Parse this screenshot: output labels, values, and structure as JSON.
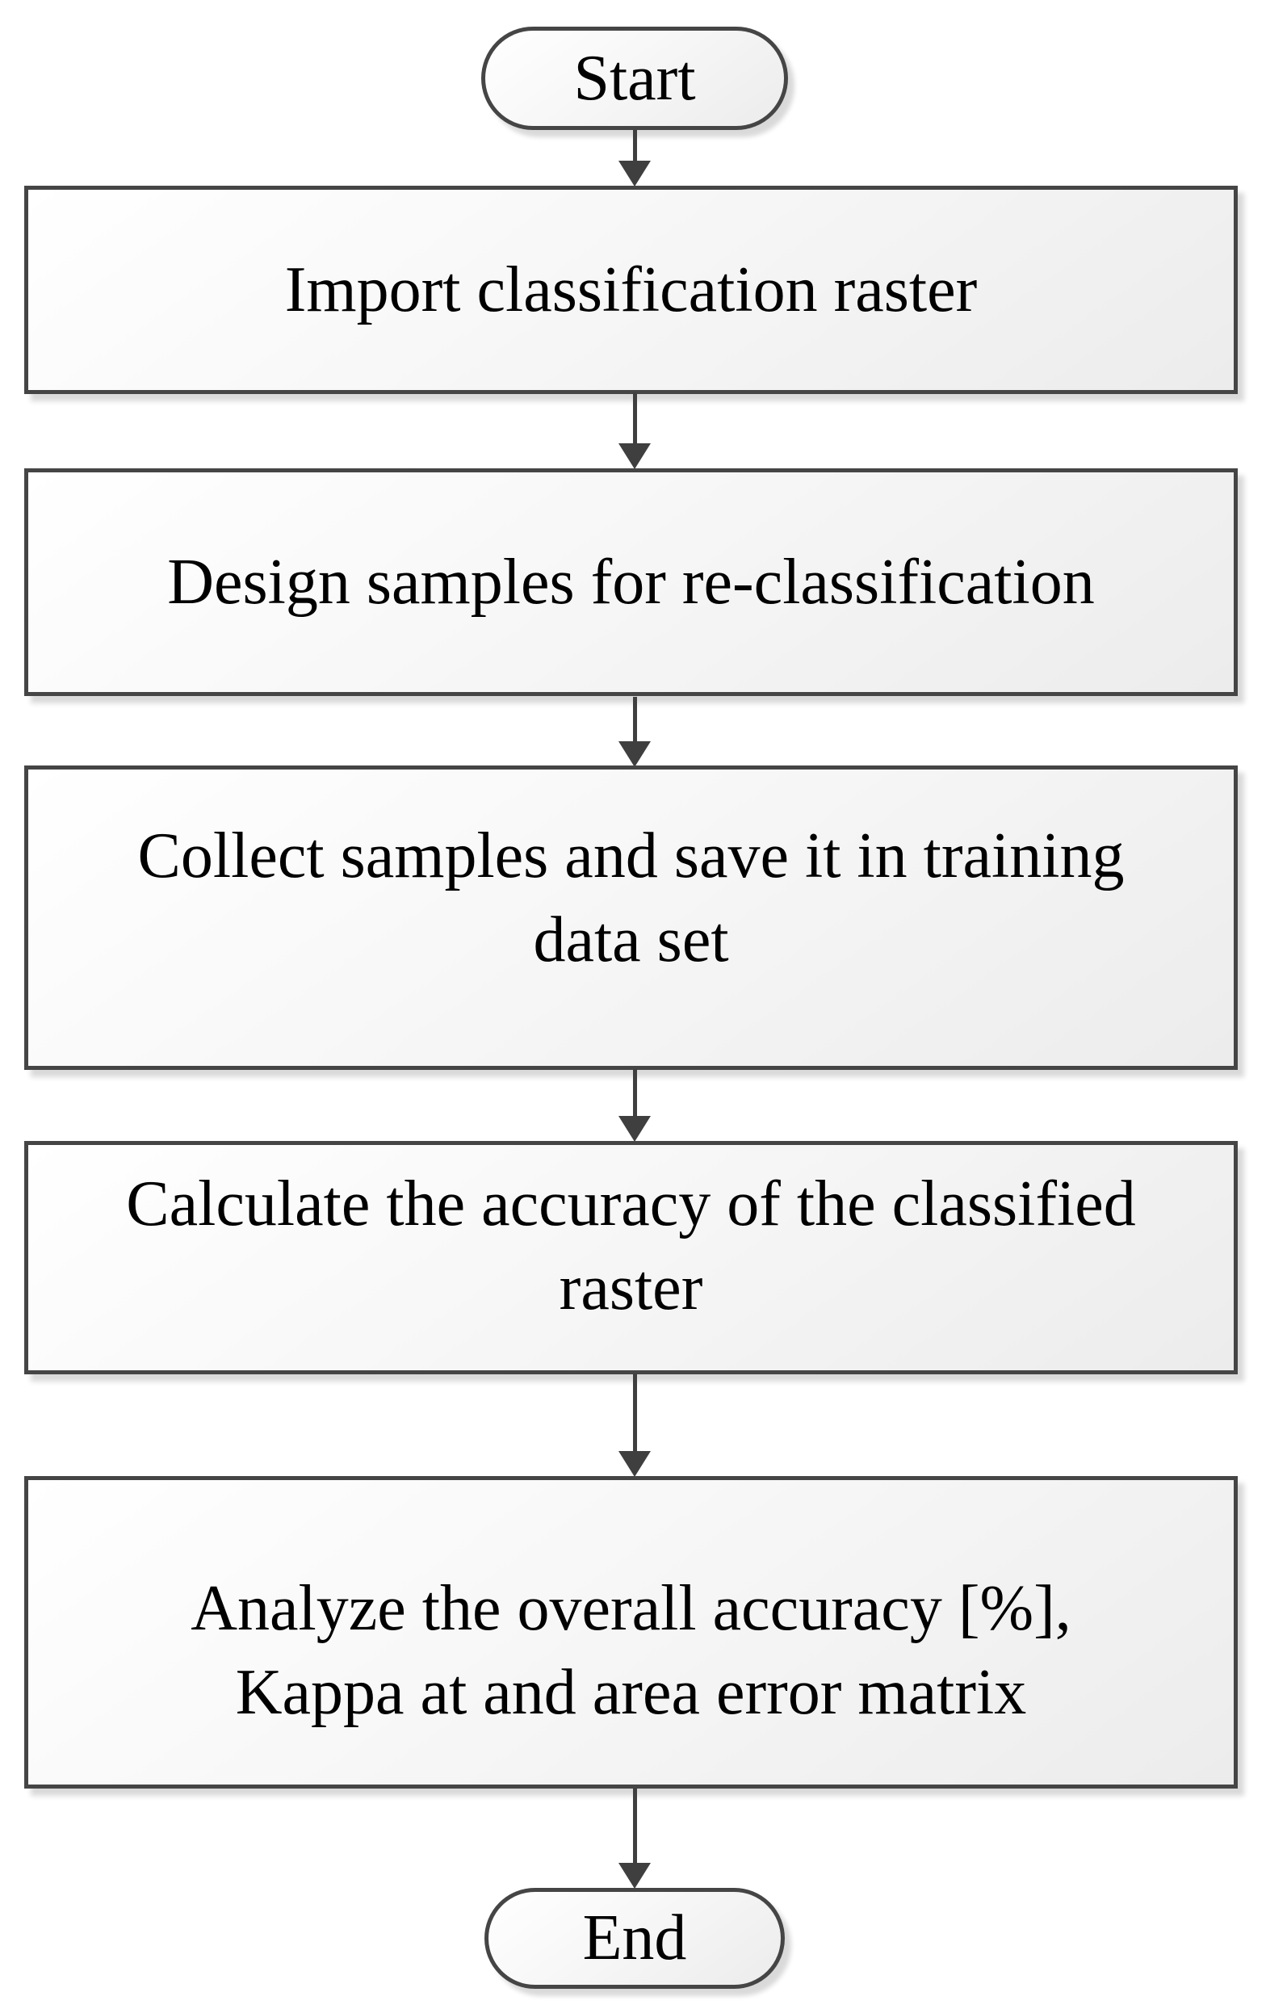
{
  "diagram": {
    "type": "flowchart",
    "direction": "top-down",
    "nodes": [
      {
        "id": "start",
        "shape": "terminator",
        "label": "Start",
        "lines": [
          "Start"
        ]
      },
      {
        "id": "import",
        "shape": "process",
        "label": "Import classification raster",
        "lines": [
          "Import classification raster"
        ]
      },
      {
        "id": "design",
        "shape": "process",
        "label": "Design samples for re-classification",
        "lines": [
          "Design samples for re-classification"
        ]
      },
      {
        "id": "collect",
        "shape": "process",
        "label": "Collect samples and save it in training data set",
        "lines": [
          "Collect samples and save it in training",
          "data set"
        ]
      },
      {
        "id": "calculate",
        "shape": "process",
        "label": "Calculate the accuracy of the classified raster",
        "lines": [
          "Calculate the accuracy of the classified",
          "raster"
        ]
      },
      {
        "id": "analyze",
        "shape": "process",
        "label": "Analyze the overall accuracy [%], Kappa at and area error matrix",
        "lines": [
          "Analyze the overall accuracy [%],",
          "Kappa at and area error matrix"
        ]
      },
      {
        "id": "end",
        "shape": "terminator",
        "label": "End",
        "lines": [
          "End"
        ]
      }
    ],
    "edges": [
      {
        "from": "start",
        "to": "import"
      },
      {
        "from": "import",
        "to": "design"
      },
      {
        "from": "design",
        "to": "collect"
      },
      {
        "from": "collect",
        "to": "calculate"
      },
      {
        "from": "calculate",
        "to": "analyze"
      },
      {
        "from": "analyze",
        "to": "end"
      }
    ],
    "colors": {
      "background": "#ffffff",
      "node_border": "#454545",
      "node_fill_top": "#ffffff",
      "node_fill_bottom": "#ececec",
      "connector": "#3f3f3f",
      "text": "#000000"
    }
  }
}
